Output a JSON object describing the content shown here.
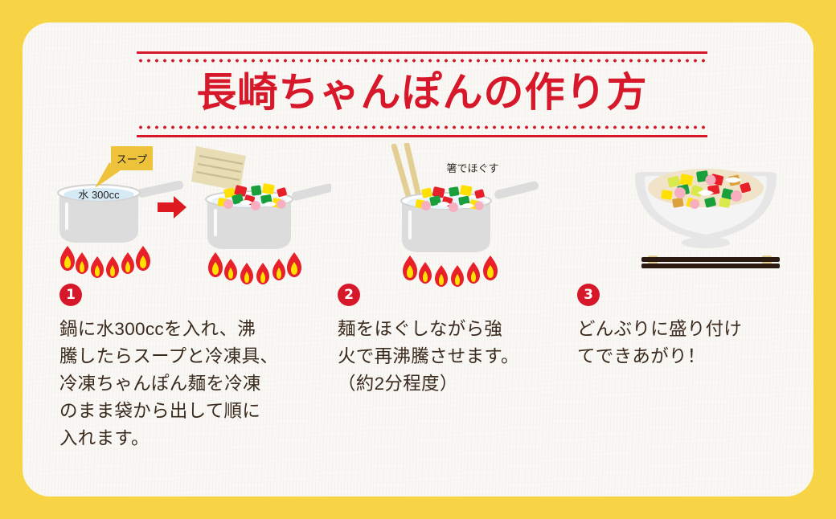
{
  "theme": {
    "frame_color": "#F6D445",
    "card_color": "#FAF8F4",
    "accent_red": "#D7182A",
    "text_color": "#3B2A1E",
    "pot_gray": "#DCDCDC",
    "water_blue": "#D6EAF5",
    "soup_yellow": "#EFC23C",
    "noodle_beige": "#E8DDB5",
    "flame_red": "#E8202A",
    "flame_yellow": "#FFE000",
    "chopstick_dark": "#2B1A12",
    "broth_cream": "#F0E3C8"
  },
  "header": {
    "title": "長崎ちゃんぽんの作り方"
  },
  "illustrations": {
    "step1": {
      "soup_packet_label": "スープ",
      "water_label": "水 300cc",
      "arrow": "right-arrow"
    },
    "step2": {
      "caption": "箸でほぐす"
    },
    "step3": {
      "bowl": "finished-chanpon-bowl"
    }
  },
  "steps": [
    {
      "number": "1",
      "text": "鍋に水300ccを入れ、沸\n騰したらスープと冷凍具、\n冷凍ちゃんぽん麺を冷凍\nのまま袋から出して順に\n入れます。"
    },
    {
      "number": "2",
      "text": "麺をほぐしながら強\n火で再沸騰させます。\n（約2分程度）"
    },
    {
      "number": "3",
      "text": "どんぶりに盛り付け\nてできあがり！"
    }
  ]
}
